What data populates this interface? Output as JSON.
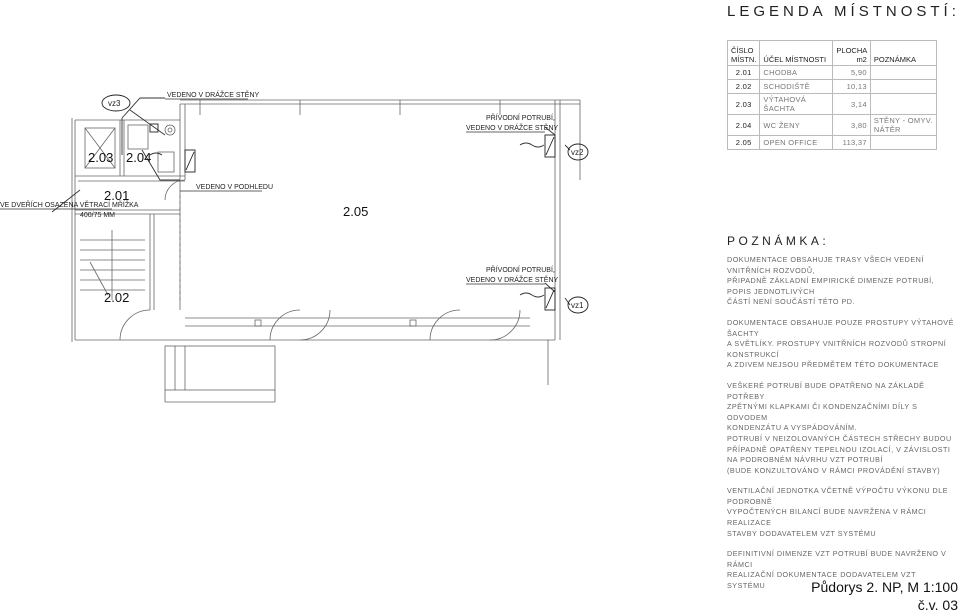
{
  "plan": {
    "rooms": [
      {
        "id": "2.01",
        "label": "2.01"
      },
      {
        "id": "2.02",
        "label": "2.02"
      },
      {
        "id": "2.03",
        "label": "2.03"
      },
      {
        "id": "2.04",
        "label": "2.04"
      },
      {
        "id": "2.05",
        "label": "2.05"
      }
    ],
    "annotations": {
      "vedeno_drazce_sten": "VEDENO V DRÁŽCE STĚNY",
      "vedeno_podhledu": "VEDENO V PODHLEDU",
      "privodni_1_line1": "PŘÍVODNÍ POTRUBÍ,",
      "privodni_1_line2": "VEDENO V DRÁŽCE STĚNY",
      "privodni_2_line1": "PŘÍVODNÍ POTRUBÍ,",
      "privodni_2_line2": "VEDENO V DRÁŽCE STĚNY",
      "mrizka_line1": "VE DVEŘÍCH OSAZENA VĚTRACÍ MŘÍŽKA",
      "mrizka_line2": "400/75 MM"
    },
    "units": {
      "vzt1": "vz1",
      "vzt2": "vz2",
      "vzt3": "vz3"
    }
  },
  "legend": {
    "title": "LEGENDA MÍSTNOSTÍ:",
    "headers": {
      "number": "ČÍSLO MÍSTN.",
      "purpose": "ÚČEL MÍSTNOSTI",
      "area": "PLOCHA m2",
      "note": "POZNÁMKA"
    },
    "rows": [
      {
        "number": "2.01",
        "purpose": "CHODBA",
        "area": "5,90",
        "note": ""
      },
      {
        "number": "2.02",
        "purpose": "SCHODIŠTĚ",
        "area": "10,13",
        "note": ""
      },
      {
        "number": "2.03",
        "purpose": "VÝTAHOVÁ ŠACHTA",
        "area": "3,14",
        "note": ""
      },
      {
        "number": "2.04",
        "purpose": "WC ŽENY",
        "area": "3,80",
        "note": "STĚNY - OMYV. NÁTĚR"
      },
      {
        "number": "2.05",
        "purpose": "OPEN OFFICE",
        "area": "113,37",
        "note": ""
      }
    ]
  },
  "notes": {
    "title": "POZNÁMKA:",
    "paragraphs": [
      "DOKUMENTACE OBSAHUJE TRASY VŠECH VEDENÍ VNITŘNÍCH ROZVODŮ,\nPŘIPADNĚ ZÁKLADNÍ EMPIRICKÉ DIMENZE POTRUBÍ, POPIS JEDNOTLIVÝCH\nČÁSTÍ NENÍ SOUČÁSTÍ TÉTO PD.",
      "DOKUMENTACE OBSAHUJE POUZE PROSTUPY VÝTAHOVÉ ŠACHTY\nA SVĚTLÍKY. PROSTUPY VNITŘNÍCH ROZVODŮ STROPNÍ KONSTRUKCÍ\nA ZDIVEM NEJSOU PŘEDMĚTEM TÉTO DOKUMENTACE",
      "VEŠKERÉ POTRUBÍ BUDE OPATŘENO NA ZÁKLADĚ POTŘEBY\nZPĚTNÝMI KLAPKAMI ČI KONDENZAČNÍMI DÍLY S ODVODEM\nKONDENZÁTU A VYSPÁDOVÁNÍM.\nPOTRUBÍ V NEIZOLOVANÝCH ČÁSTECH STŘECHY BUDOU\nPŘÍPADNĚ OPATŘENY TEPELNOU IZOLACÍ, V ZÁVISLOSTI\nNA PODROBNÉM NÁVRHU VZT POTRUBÍ\n(BUDE KONZULTOVÁNO V RÁMCI PROVÁDĚNÍ STAVBY)",
      "VENTILAČNÍ JEDNOTKA VČETNĚ VÝPOČTU VÝKONU DLE PODROBNĚ\nVYPOČTENÝCH BILANCÍ BUDE NAVRŽENA V RÁMCI REALIZACE\nSTAVBY DODAVATELEM VZT SYSTÉMU",
      "DEFINITIVNÍ DIMENZE VZT POTRUBÍ BUDE NAVRŽENO V RÁMCI\nREALIZAČNÍ DOKUMENTACE DODAVATELEM VZT SYSTÉMU"
    ]
  },
  "footer": {
    "title": "Půdorys 2. NP, M 1:100",
    "sheet": "č.v. 03"
  }
}
